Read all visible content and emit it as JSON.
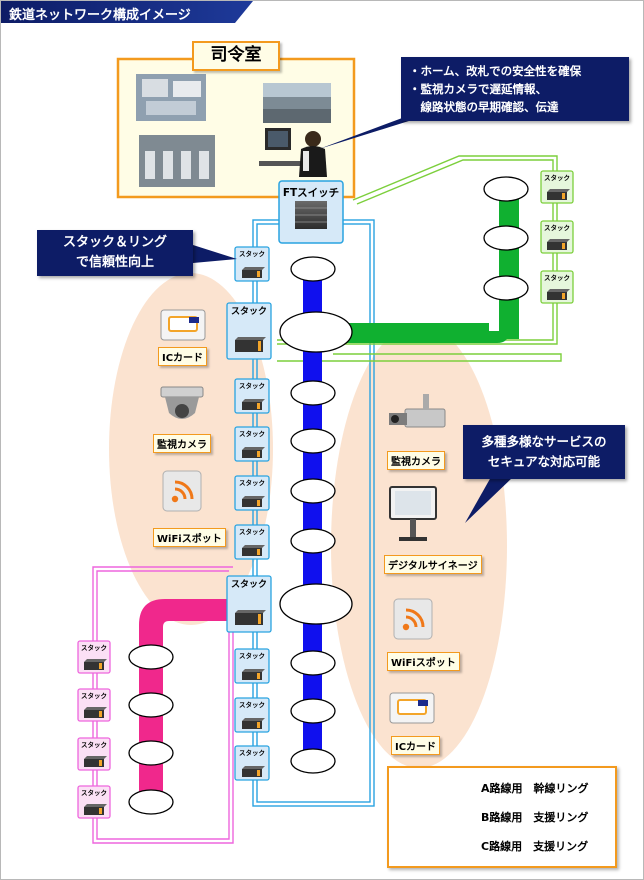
{
  "header": {
    "title": "鉄道ネットワーク構成イメージ"
  },
  "control_room": {
    "title": "司令室"
  },
  "ft_switch": {
    "label": "FTスイッチ"
  },
  "callouts": {
    "stack_ring": {
      "lines": [
        "スタック＆リング",
        "で信頼性向上"
      ]
    },
    "monitoring": {
      "lines": [
        "・ホーム、改札での安全性を確保",
        "・監視カメラで遅延情報、",
        "　線路状態の早期確認、伝達"
      ]
    },
    "services": {
      "lines": [
        "多種多様なサービスの",
        "セキュアな対応可能"
      ]
    }
  },
  "stack_label": "スタック",
  "left_devices": [
    {
      "name": "ic-card",
      "label": "ICカード",
      "icon": "ic-card-reader-icon"
    },
    {
      "name": "camera",
      "label": "監視カメラ",
      "icon": "dome-camera-icon"
    },
    {
      "name": "wifi",
      "label": "WiFiスポット",
      "icon": "wifi-icon"
    }
  ],
  "right_devices": [
    {
      "name": "camera",
      "label": "監視カメラ",
      "icon": "box-camera-icon"
    },
    {
      "name": "signage",
      "label": "デジタルサイネージ",
      "icon": "signage-icon"
    },
    {
      "name": "wifi",
      "label": "WiFiスポット",
      "icon": "wifi-icon"
    },
    {
      "name": "ic-card",
      "label": "ICカード",
      "icon": "ic-card-reader-icon"
    }
  ],
  "legend": [
    {
      "label": "A路線用　幹線リング",
      "color": "#29a3e0"
    },
    {
      "label": "B路線用　支援リング",
      "color": "#ee66dd"
    },
    {
      "label": "C路線用　支援リング",
      "color": "#7ccf3c"
    }
  ],
  "colors": {
    "trunk": "#1010ee",
    "ring_a": "#29a3e0",
    "ring_b": "#ee66dd",
    "ring_c": "#7ccf3c",
    "route_b": "#f0288c",
    "route_c": "#10b030",
    "callout": "#0d1c66",
    "accent": "#f39a1e"
  }
}
